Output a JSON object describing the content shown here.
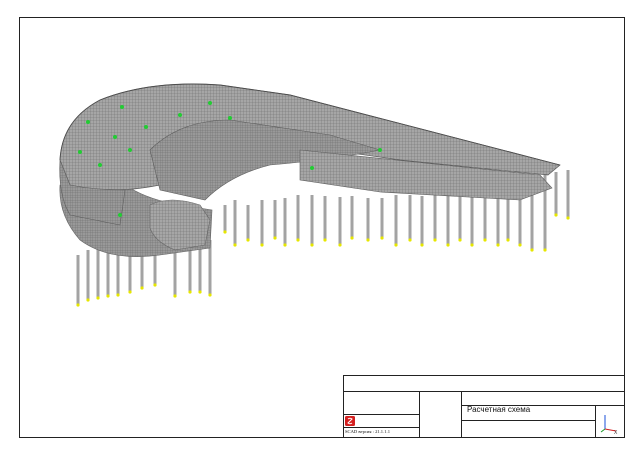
{
  "drawing": {
    "title": "Расчетная схема",
    "version": "SCAD версия : 21.1.1.1"
  },
  "model": {
    "description": "finite-element mesh of curved multi-level structure on columns",
    "colors": {
      "mesh": "#8c8c8c",
      "mesh_dark": "#6e6e6e",
      "column": "#a3a3a3",
      "support_node": "#e6e600",
      "highlight_node": "#22cc33"
    }
  },
  "logo": {
    "icon": "scad-logo-icon",
    "color": "#d42020"
  },
  "axes_icon": {
    "icon": "coordinate-axes-icon",
    "x_label": "X"
  }
}
